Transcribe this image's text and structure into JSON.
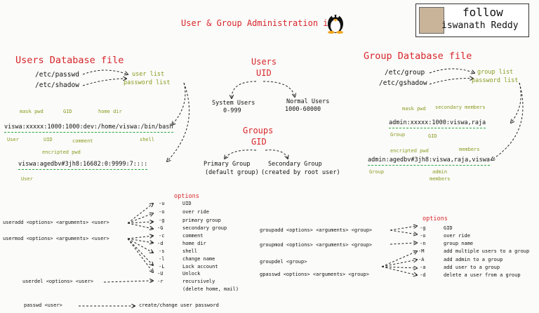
{
  "title": "User & Group Administration in",
  "follow": {
    "line1": "follow",
    "line2": "iswanath Reddy"
  },
  "users_db": {
    "heading": "Users Database file",
    "files": [
      "/etc/passwd",
      "/etc/shadow"
    ],
    "file_labels": [
      "user list",
      "password list"
    ],
    "passwd_line": "viswa:xxxxx:1000:1000:dev:/home/viswa:/bin/bash",
    "passwd_fields_top": [
      "mask pwd",
      "GID",
      "home dir"
    ],
    "passwd_fields_bottom": [
      "User",
      "UID",
      "comment",
      "shell"
    ],
    "shadow_label_top": "encripted pwd",
    "shadow_line": "viswa:agedbv#3jh8:16682:0:9999:7::::",
    "shadow_label_bottom": "User"
  },
  "users_uid": {
    "heading1": "Users",
    "heading2": "UID",
    "left": [
      "System Users",
      "0-999"
    ],
    "right": [
      "Normal Users",
      "1000-60000"
    ]
  },
  "groups_gid": {
    "heading1": "Groups",
    "heading2": "GID",
    "left": [
      "Primary Group",
      "(default group)"
    ],
    "right": [
      "Secondary Group",
      "(created by root user)"
    ]
  },
  "group_db": {
    "heading": "Group Database file",
    "files": [
      "/etc/group",
      "/etc/gshadow"
    ],
    "file_labels": [
      "group list",
      "password list"
    ],
    "group_label_top": [
      "mask pwd",
      "secondary members"
    ],
    "group_line": "admin:xxxxx:1000:viswa,raja",
    "group_label_bottom": [
      "Group",
      "GID"
    ],
    "gshadow_label_top": [
      "encripted pwd",
      "members"
    ],
    "gshadow_line": "admin:agedbv#3jh8:viswa,raja,viswa",
    "gshadow_label_bottom": [
      "Group",
      "admin",
      "members"
    ]
  },
  "user_cmds": {
    "options_heading": "options",
    "commands": [
      "useradd <options> <arguments> <user>",
      "usermod <options> <arguments> <user>",
      "userdel <options> <user>"
    ],
    "passwd_cmd": "passwd <user>",
    "passwd_desc": "create/change user password",
    "options": [
      {
        "flag": "-u",
        "desc": "UID"
      },
      {
        "flag": "-o",
        "desc": "over ride"
      },
      {
        "flag": "-g",
        "desc": "primary group"
      },
      {
        "flag": "-G",
        "desc": "secondary group"
      },
      {
        "flag": "-c",
        "desc": "comment"
      },
      {
        "flag": "-d",
        "desc": "home dir"
      },
      {
        "flag": "-s",
        "desc": "shell"
      },
      {
        "flag": "-l",
        "desc": "change name"
      },
      {
        "flag": "-L",
        "desc": "Lock account"
      },
      {
        "flag": "-U",
        "desc": "Unlock"
      },
      {
        "flag": "-r",
        "desc": "recursively"
      }
    ],
    "option_extra": "(delete home, mail)"
  },
  "group_cmds": {
    "options_heading": "options",
    "commands": [
      "groupadd <options> <arguments> <group>",
      "groupmod <options> <arguments> <group>",
      "groupdel <group>",
      "gpasswd <options> <arguments> <group>"
    ],
    "options": [
      {
        "flag": "-g",
        "desc": "GID"
      },
      {
        "flag": "-o",
        "desc": "over ride"
      },
      {
        "flag": "-n",
        "desc": "group name"
      },
      {
        "flag": "-M",
        "desc": "add multiple users to a group"
      },
      {
        "flag": "-A",
        "desc": "add admin to a group"
      },
      {
        "flag": "-a",
        "desc": "add user to a group"
      },
      {
        "flag": "-d",
        "desc": "delete a user from a group"
      }
    ]
  }
}
